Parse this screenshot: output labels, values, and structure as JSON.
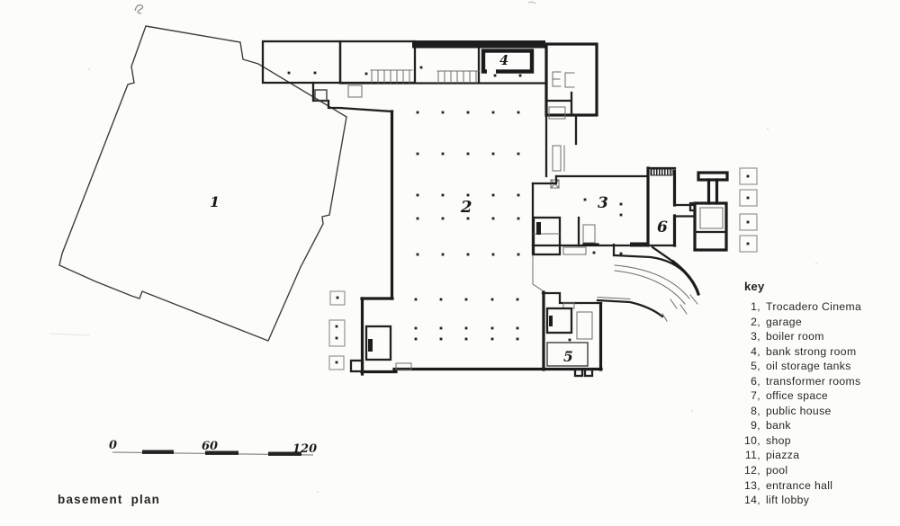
{
  "plan_title": "basement plan",
  "key": {
    "heading": "key",
    "items": [
      {
        "num": "1,",
        "label": "Trocadero Cinema"
      },
      {
        "num": "2,",
        "label": "garage"
      },
      {
        "num": "3,",
        "label": "boiler room"
      },
      {
        "num": "4,",
        "label": "bank strong room"
      },
      {
        "num": "5,",
        "label": "oil storage tanks"
      },
      {
        "num": "6,",
        "label": "transformer rooms"
      },
      {
        "num": "7,",
        "label": "office space"
      },
      {
        "num": "8,",
        "label": "public house"
      },
      {
        "num": "9,",
        "label": "bank"
      },
      {
        "num": "10,",
        "label": "shop"
      },
      {
        "num": "11,",
        "label": "piazza"
      },
      {
        "num": "12,",
        "label": "pool"
      },
      {
        "num": "13,",
        "label": "entrance hall"
      },
      {
        "num": "14,",
        "label": "lift lobby"
      }
    ]
  },
  "plan_labels": {
    "cinema": "1",
    "garage": "2",
    "boiler_room": "3",
    "bank_strong_room": "4",
    "oil_storage_tanks": "5",
    "transformer_rooms": "6"
  },
  "scale_bar": {
    "start": "0",
    "middle": "60",
    "end": "120"
  },
  "colors": {
    "paper": "#fcfcfa",
    "ink": "#1b1b1b",
    "ink_light": "#6b6b68"
  }
}
